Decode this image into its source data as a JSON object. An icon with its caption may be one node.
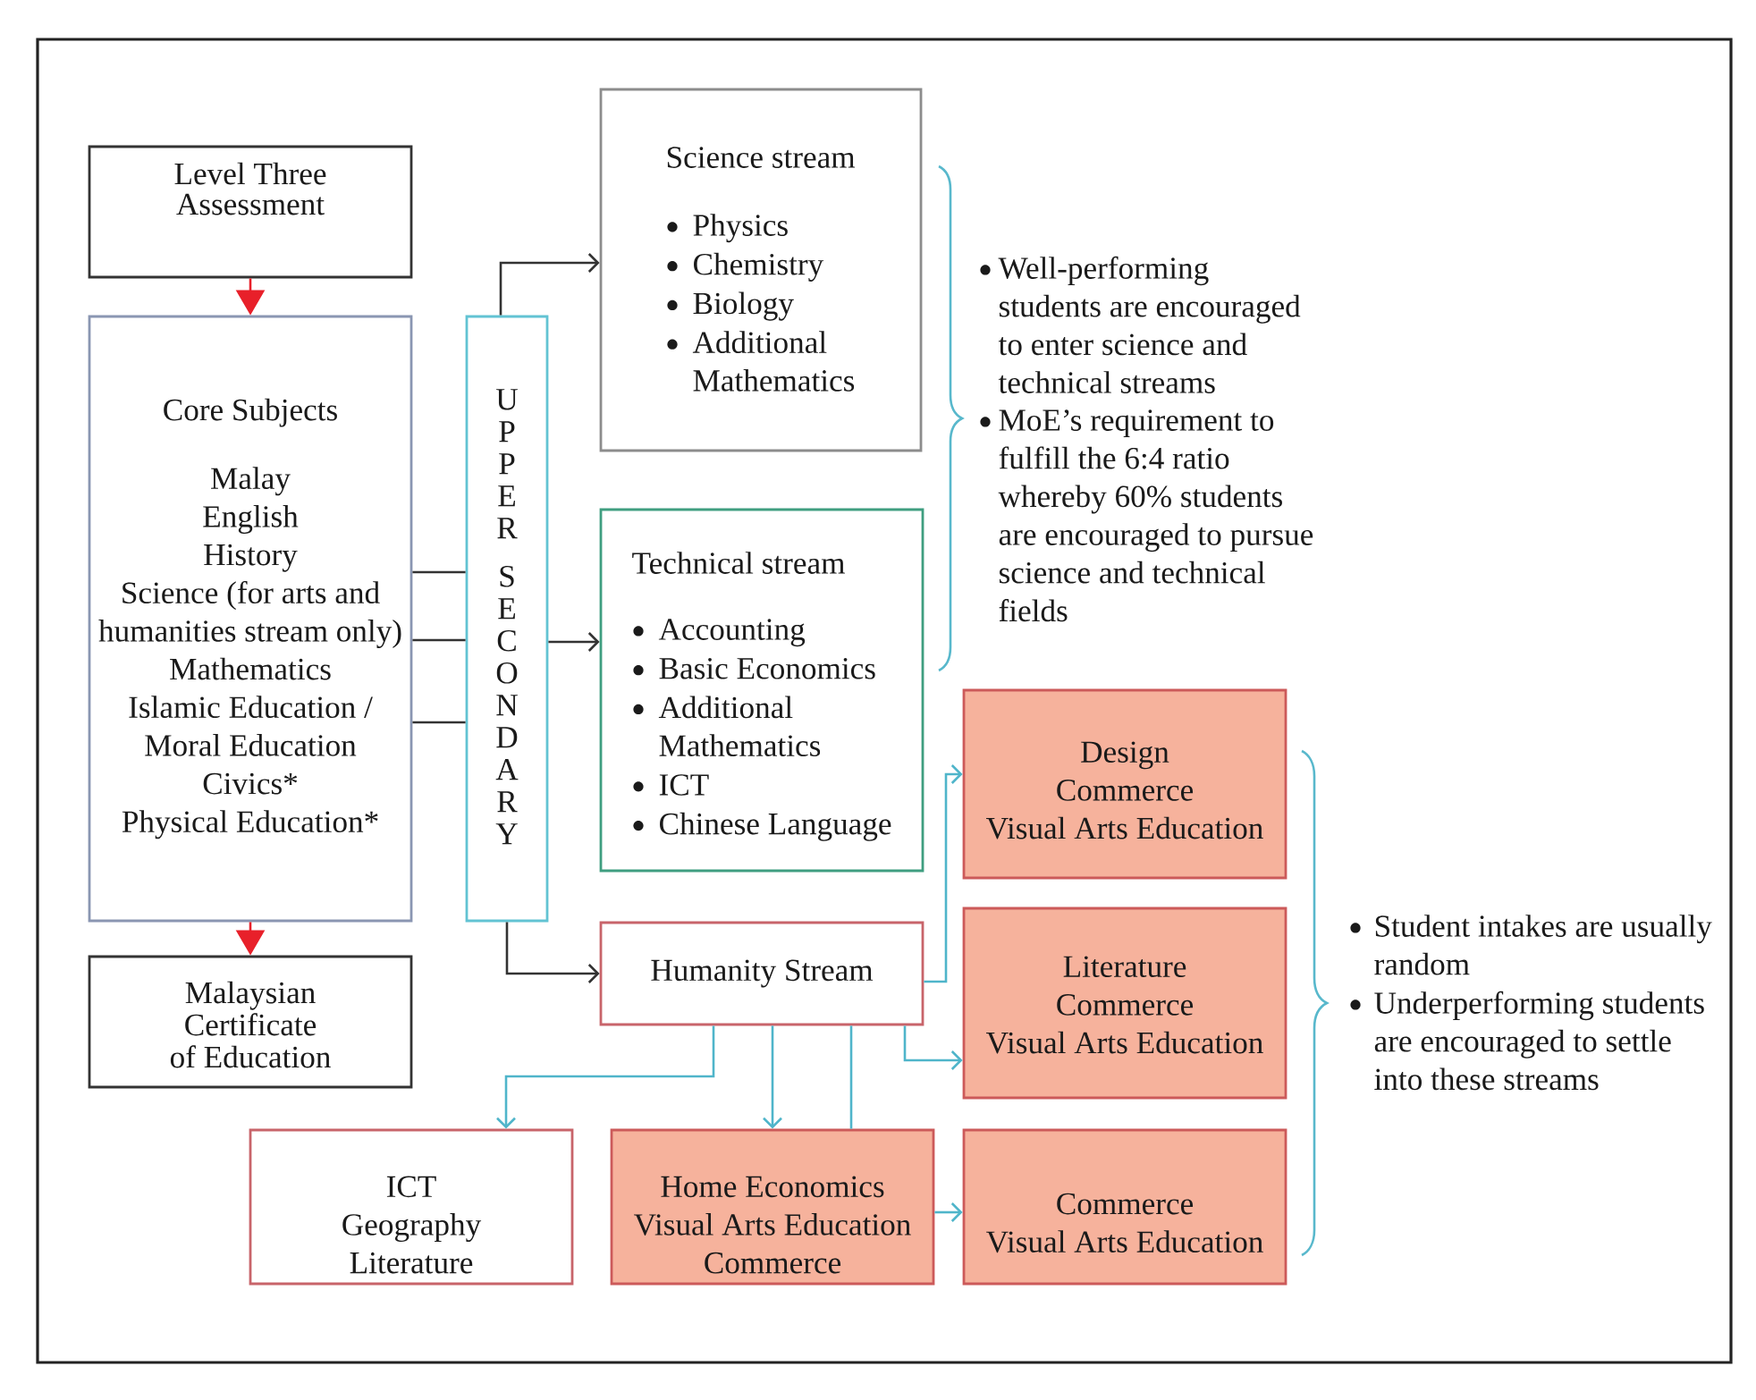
{
  "diagram": {
    "nodes": [
      {
        "text": [
          "Level Three Assessment"
        ]
      },
      {
        "text": [
          "Core Subjects",
          "Malay",
          "English",
          "History",
          "Science (for arts and humanities stream only)",
          "Mathematics",
          "Islamic Education / Moral Education",
          "Civics*",
          "Physical Education*"
        ]
      },
      {
        "text": [
          "Malaysian Certificate of Education"
        ]
      },
      {
        "text": [
          "UPPER SECONDARY"
        ]
      },
      {
        "text": [
          "Science stream",
          "Physics",
          "Chemistry",
          "Biology",
          "Additional Mathematics"
        ]
      },
      {
        "text": [
          "Technical stream",
          "Accounting",
          "Basic Economics",
          "Additional Mathematics",
          "ICT",
          "Chinese Language"
        ]
      },
      {
        "text": [
          "Humanity Stream"
        ]
      },
      {
        "text": [
          "Design",
          "Commerce",
          "Visual Arts Education"
        ]
      },
      {
        "text": [
          "Literature",
          "Commerce",
          "Visual Arts Education"
        ]
      },
      {
        "text": [
          "ICT",
          "Geography",
          "Literature"
        ]
      },
      {
        "text": [
          "Home Economics",
          "Visual Arts Education",
          "Commerce"
        ]
      },
      {
        "text": [
          "Commerce",
          "Visual Arts Education"
        ]
      }
    ],
    "edges": [
      {
        "from": 0,
        "to": 1,
        "arrow": "to",
        "color": "#e8202a"
      },
      {
        "from": 1,
        "to": 2,
        "arrow": "to",
        "color": "#e8202a"
      },
      {
        "from": 1,
        "to": 3,
        "arrow": "none"
      },
      {
        "from": 1,
        "to": 3,
        "arrow": "none"
      },
      {
        "from": 1,
        "to": 3,
        "arrow": "none"
      },
      {
        "from": 3,
        "to": 4,
        "arrow": "to"
      },
      {
        "from": 3,
        "to": 5,
        "arrow": "to"
      },
      {
        "from": 3,
        "to": 6,
        "arrow": "to"
      },
      {
        "from": 6,
        "to": 7,
        "arrow": "to",
        "color": "#4fb5ca"
      },
      {
        "from": 6,
        "to": 8,
        "arrow": "to",
        "color": "#4fb5ca"
      },
      {
        "from": 6,
        "to": 9,
        "arrow": "to",
        "color": "#4fb5ca"
      },
      {
        "from": 6,
        "to": 10,
        "arrow": "to",
        "color": "#4fb5ca"
      },
      {
        "from": 6,
        "to": 10,
        "arrow": "none",
        "color": "#4fb5ca"
      },
      {
        "from": 10,
        "to": 11,
        "arrow": "to",
        "color": "#4fb5ca"
      }
    ],
    "labels": [
      "Well-performing students are encouraged to enter science and technical streams",
      "MoE’s requirement to fulfill the 6:4 ratio whereby 60% students are encouraged to pursue science and technical fields",
      "Student intakes are usually random",
      "Underperforming students are encouraged to settle into these streams"
    ]
  }
}
